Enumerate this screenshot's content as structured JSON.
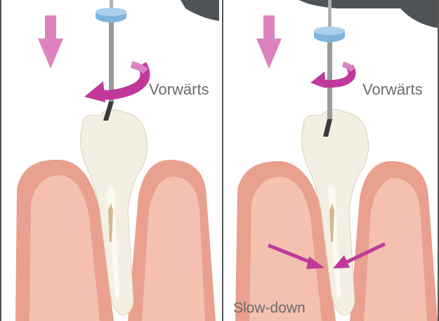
{
  "panels": [
    {
      "direction_label": "Vorwärts",
      "bottom_label": ""
    },
    {
      "direction_label": "Vorwärts",
      "bottom_label": "Slow-down"
    }
  ],
  "colors": {
    "gum_outer": "#e9a08e",
    "gum_inner": "#f4c1b1",
    "gum_edge": "#d98470",
    "tooth": "#f3efe2",
    "canal": "#fbf9f1",
    "arrow": "#c0399a",
    "arrow_light": "#dc83bf",
    "stopper": "#7fb5de",
    "handpiece": "#4d5356"
  },
  "icons": [
    "down-arrow-icon",
    "rotation-arrow-icon",
    "converging-arrows-icon"
  ]
}
